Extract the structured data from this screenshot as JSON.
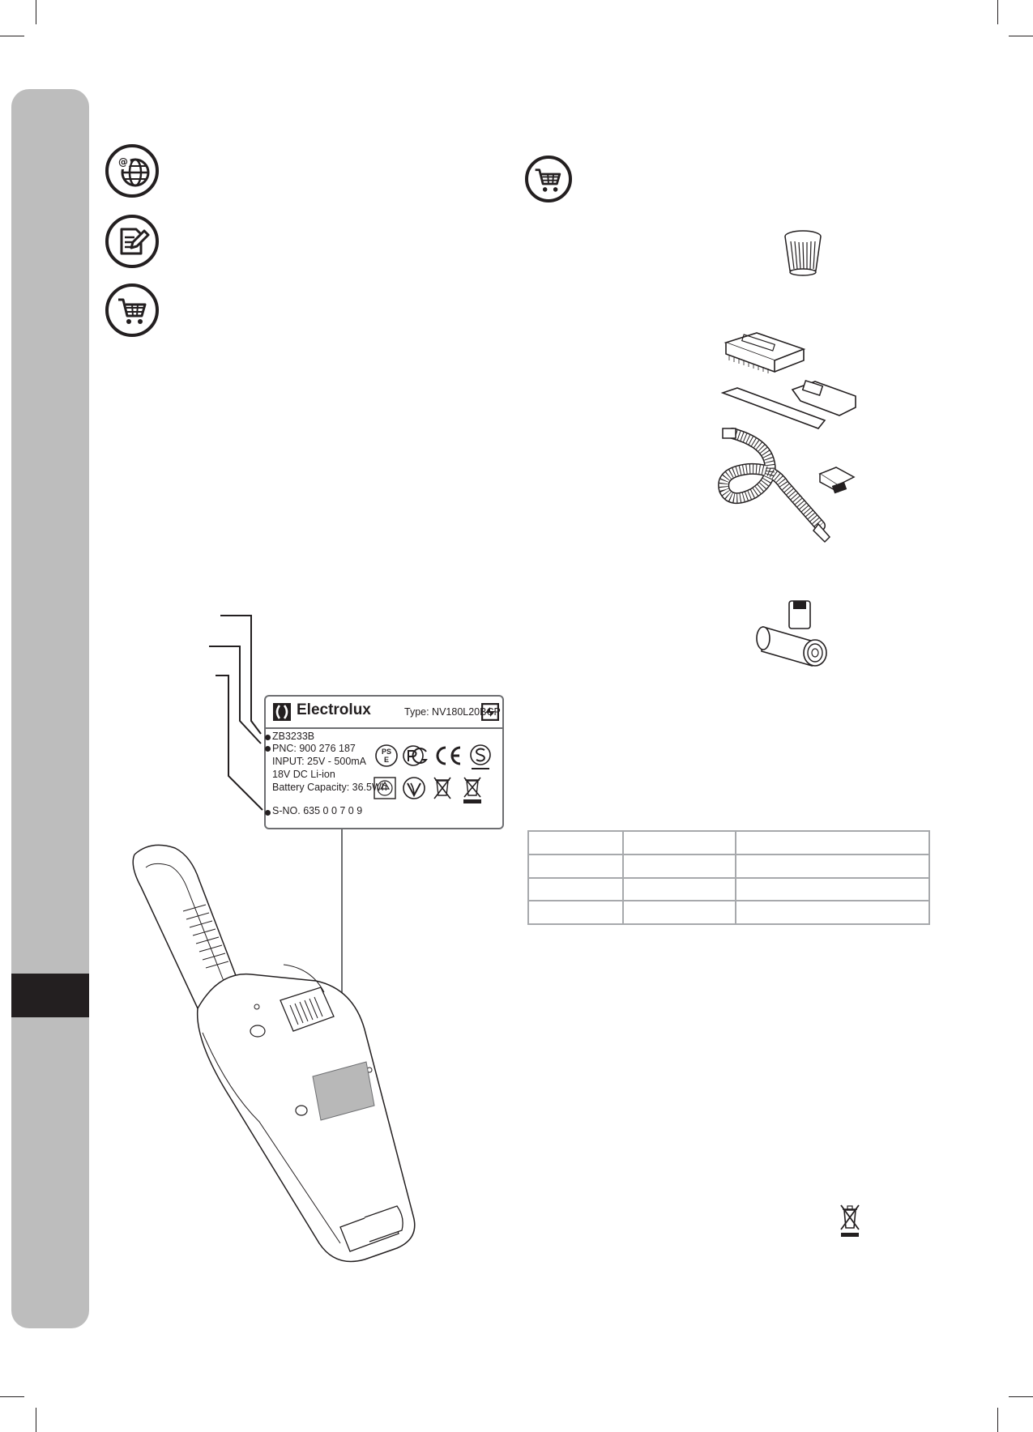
{
  "icons": {
    "left_column": [
      "web-globe-icon",
      "document-edit-icon",
      "shopping-cart-icon"
    ],
    "right_column": [
      "shopping-cart-icon"
    ],
    "weee_bin": "crossed-out-wheelie-bin-icon"
  },
  "rating_label": {
    "brand": "Electrolux",
    "type": "Type: NV180L20BCP",
    "model": "ZB3233B",
    "pnc": "PNC: 900 276 187",
    "input": "INPUT: 25V - 500mA",
    "battery": "18V DC Li-ion",
    "capacity": "Battery Capacity: 36.5Wh",
    "serial": "S-NO.   635 0 0 7 0 9",
    "marks_row1": [
      "PS",
      "E"
    ]
  },
  "table": {
    "rows": [
      [
        "",
        "",
        ""
      ],
      [
        "",
        "",
        ""
      ],
      [
        "",
        "",
        ""
      ],
      [
        "",
        "",
        ""
      ]
    ]
  },
  "colors": {
    "sidebar": "#bdbdbd",
    "dark": "#231f20",
    "line_gray": "#6d6e71",
    "table_border": "#a7a9ac"
  }
}
